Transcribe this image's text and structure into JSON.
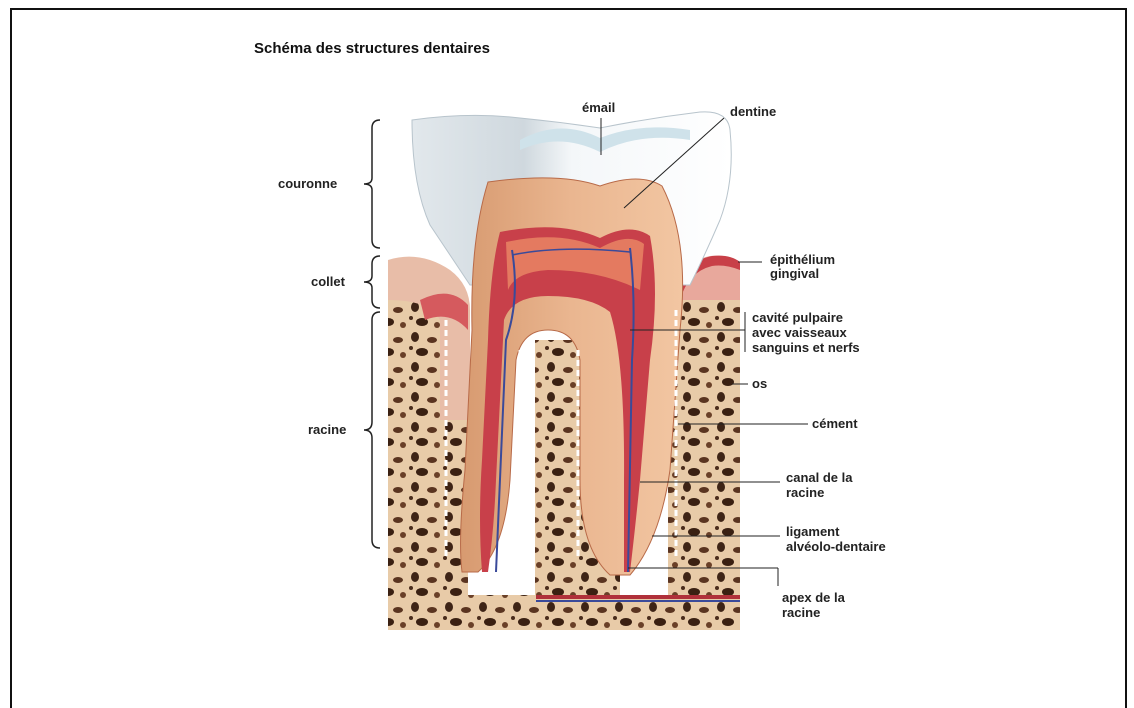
{
  "title": "Schéma des structures dentaires",
  "labels": {
    "couronne": "couronne",
    "collet": "collet",
    "racine": "racine",
    "email": "émail",
    "dentine": "dentine",
    "epithelium_1": "épithélium",
    "epithelium_2": "gingival",
    "cavite_1": "cavité pulpaire",
    "cavite_2": "avec vaisseaux",
    "cavite_3": "sanguins et nerfs",
    "os": "os",
    "cement": "cément",
    "canal_1": "canal de la",
    "canal_2": "racine",
    "ligament_1": "ligament",
    "ligament_2": "alvéolo-dentaire",
    "apex_1": "apex de la",
    "apex_2": "racine"
  },
  "colors": {
    "enamel": "#eef3f6",
    "dentin": "#e8b48c",
    "pulp": "#d0504a",
    "gum": "#d86a6a",
    "bone": "#e6c8a2",
    "bone_pore": "#4a2c1c",
    "nerve": "#3a4a9a"
  }
}
